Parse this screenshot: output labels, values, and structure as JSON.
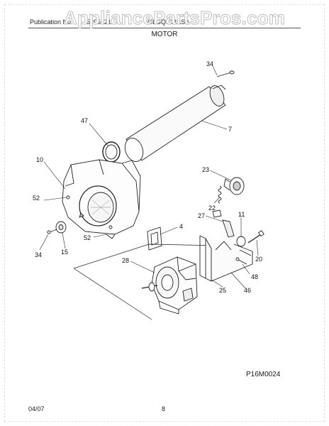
{
  "header": {
    "publication_label": "Publication No.",
    "publication_number": "5995421",
    "model": "GLGQ332AS0",
    "section_title": "MOTOR"
  },
  "watermark": "AppliancePartsPros.com",
  "callouts": {
    "c34a": "34",
    "c7": "7",
    "c47": "47",
    "c10": "10",
    "c52a": "52",
    "c23": "23",
    "c22": "22",
    "c27": "27",
    "c11": "11",
    "c4": "4",
    "c52b": "52",
    "c34b": "34",
    "c15": "15",
    "c20": "20",
    "c28": "28",
    "c48": "48",
    "c25": "25",
    "c46": "46"
  },
  "figure_id": "P16M0024",
  "footer": {
    "date": "04/07",
    "page": "8"
  }
}
